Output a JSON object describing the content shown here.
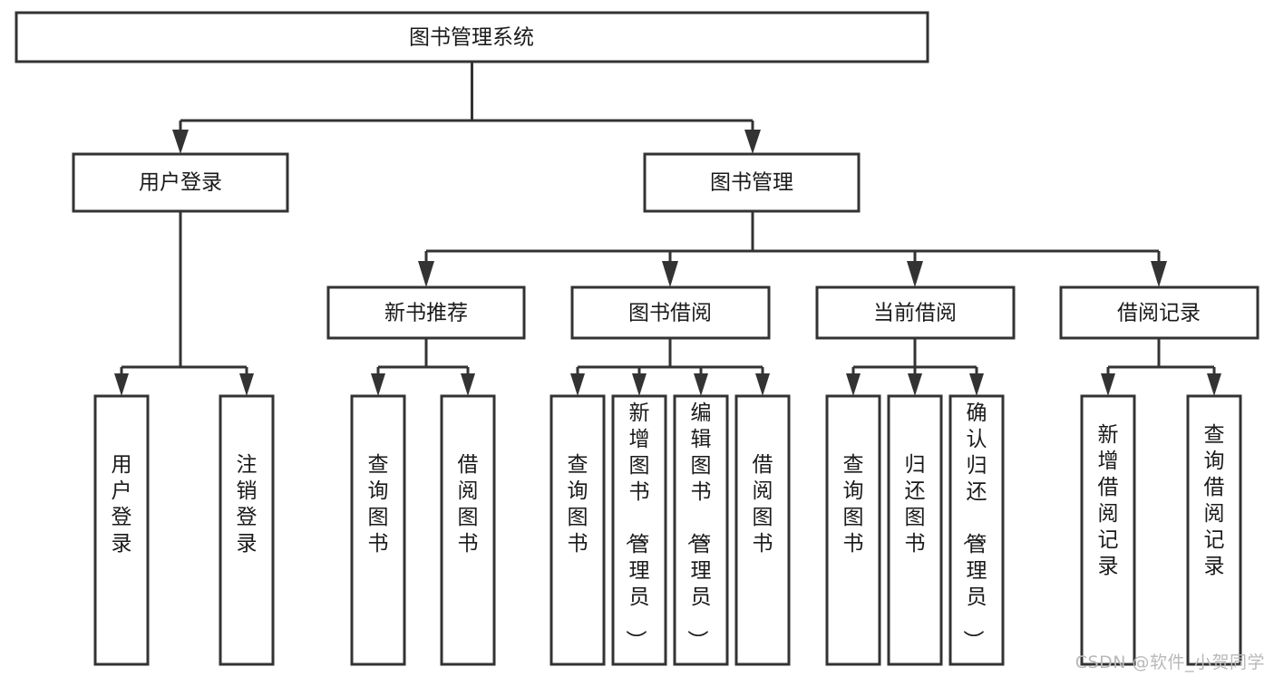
{
  "diagram": {
    "title": "图书管理系统",
    "type": "tree-hierarchy-chart",
    "watermark": "CSDN @软件_小贺同学",
    "colors": {
      "stroke": "#333333",
      "box_fill": "#ffffff",
      "text": "#1a1a1a",
      "background": "#ffffff",
      "watermark": "#b9b9b9"
    },
    "levels": [
      {
        "level": 1,
        "orientation": "horizontal",
        "nodes": [
          {
            "id": "root",
            "label": "图书管理系统"
          }
        ]
      },
      {
        "level": 2,
        "orientation": "horizontal",
        "nodes": [
          {
            "id": "login",
            "label": "用户登录",
            "parent": "root"
          },
          {
            "id": "bookmgmt",
            "label": "图书管理",
            "parent": "root"
          }
        ]
      },
      {
        "level": 3,
        "orientation": "horizontal",
        "nodes": [
          {
            "id": "newbook",
            "label": "新书推荐",
            "parent": "bookmgmt"
          },
          {
            "id": "borrow",
            "label": "图书借阅",
            "parent": "bookmgmt"
          },
          {
            "id": "current",
            "label": "当前借阅",
            "parent": "bookmgmt"
          },
          {
            "id": "record",
            "label": "借阅记录",
            "parent": "bookmgmt"
          }
        ]
      },
      {
        "level": 4,
        "orientation": "vertical",
        "nodes": [
          {
            "id": "leaf1",
            "label": "用户登录",
            "parent": "login"
          },
          {
            "id": "leaf2",
            "label": "注销登录",
            "parent": "login"
          },
          {
            "id": "leaf3",
            "label": "查询图书",
            "parent": "newbook"
          },
          {
            "id": "leaf4",
            "label": "借阅图书",
            "parent": "newbook"
          },
          {
            "id": "leaf5",
            "label": "查询图书",
            "parent": "borrow"
          },
          {
            "id": "leaf6",
            "label": "新增图书（管理员）",
            "parent": "borrow"
          },
          {
            "id": "leaf7",
            "label": "编辑图书（管理员）",
            "parent": "borrow"
          },
          {
            "id": "leaf8",
            "label": "借阅图书",
            "parent": "borrow"
          },
          {
            "id": "leaf9",
            "label": "查询图书",
            "parent": "current"
          },
          {
            "id": "leaf10",
            "label": "归还图书",
            "parent": "current"
          },
          {
            "id": "leaf11",
            "label": "确认归还（管理员）",
            "parent": "current"
          },
          {
            "id": "leaf12",
            "label": "新增借阅记录",
            "parent": "record"
          },
          {
            "id": "leaf13",
            "label": "查询借阅记录",
            "parent": "record"
          }
        ]
      }
    ]
  }
}
